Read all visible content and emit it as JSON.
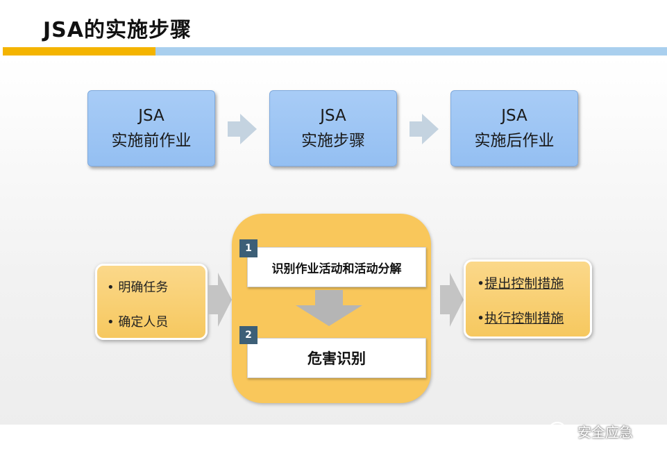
{
  "header": {
    "title": "JSA的实施步骤"
  },
  "steps": [
    {
      "line1": "JSA",
      "line2": "实施前作业"
    },
    {
      "line1": "JSA",
      "line2": "实施步骤"
    },
    {
      "line1": "JSA",
      "line2": "实施后作业"
    }
  ],
  "left_box": {
    "items": [
      "明确任务",
      "确定人员"
    ]
  },
  "center": {
    "step1": {
      "number": "1",
      "label": "识别作业活动和活动分解"
    },
    "step2": {
      "number": "2",
      "label": "危害识别"
    }
  },
  "right_box": {
    "items": [
      "提出控制措施",
      "执行控制措施"
    ]
  },
  "watermark": {
    "text": "安全应急",
    "icon": "wechat-icon"
  },
  "colors": {
    "accent_yellow": "#f4b400",
    "accent_blue": "#a9cfee",
    "step_blue": "#9cc4f4",
    "panel_orange": "#f9c75b",
    "badge_dark": "#3d5f77",
    "arrow_gray": "#c4c4c4"
  }
}
